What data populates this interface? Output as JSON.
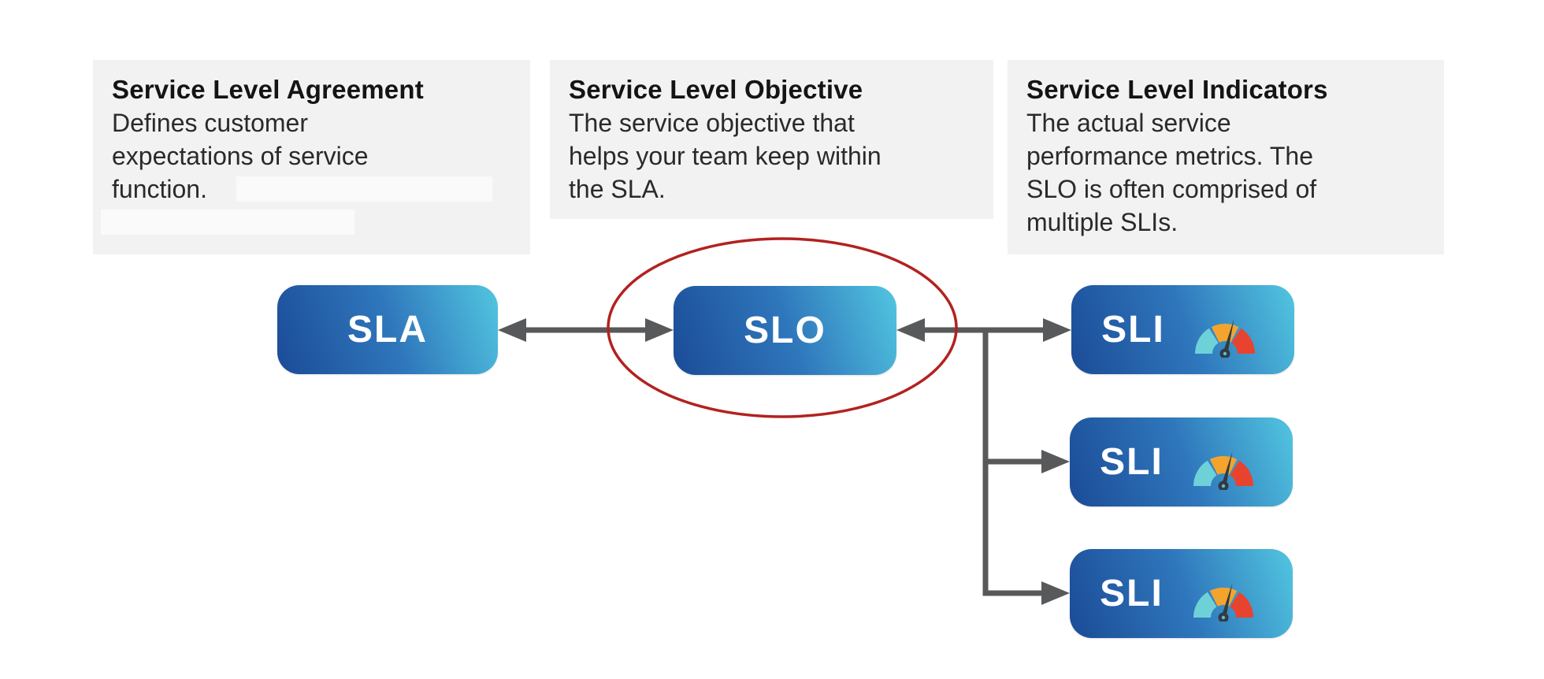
{
  "cards": [
    {
      "title": "Service Level Agreement",
      "body_lines": [
        "Defines customer",
        "expectations of service",
        "function."
      ],
      "note": "two redacted/blurred text strips follow the body"
    },
    {
      "title": "Service Level Objective",
      "body_lines": [
        "The service objective that",
        "helps your team keep within",
        "the SLA."
      ]
    },
    {
      "title": "Service Level Indicators",
      "body_lines": [
        "The actual service",
        "performance metrics. The",
        "SLO is often comprised of",
        "multiple SLIs."
      ]
    }
  ],
  "nodes": {
    "sla_label": "SLA",
    "slo_label": "SLO",
    "sli_label": "SLI"
  },
  "icons": {
    "gauge": "speedometer-gauge with teal/orange/red segments and dark needle"
  },
  "colors": {
    "card_background": "#f2f2f2",
    "redacted_strip": "#fafafa",
    "node_gradient_dark": "#1b4b97",
    "node_gradient_light": "#52c6e0",
    "node_text": "#ffffff",
    "arrow": "#58595b",
    "highlight_ellipse": "#b2221f",
    "gauge_teal": "#6fd1d8",
    "gauge_orange": "#f4a42c",
    "gauge_red": "#e8432e",
    "gauge_needle": "#333a40"
  }
}
